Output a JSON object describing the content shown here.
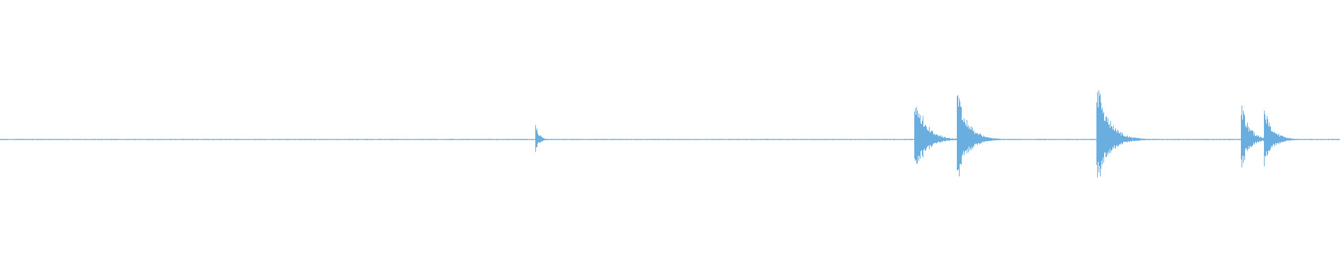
{
  "waveform": {
    "color": "#6aaee0",
    "duration_s": 100,
    "baseline_noise": 0.01,
    "peak_amplitude": 1.0,
    "events": [
      {
        "name": "tick",
        "t": 0.3,
        "amp": 0.015,
        "decay": 1.5
      },
      {
        "name": "tick",
        "t": 5.4,
        "amp": 0.02,
        "decay": 0.4
      },
      {
        "name": "burst",
        "t": 39.9,
        "amp": 0.28,
        "decay": 0.8
      },
      {
        "name": "transient",
        "t": 68.2,
        "amp": 0.82,
        "decay": 2.2
      },
      {
        "name": "transient",
        "t": 71.4,
        "amp": 0.85,
        "decay": 2.2
      },
      {
        "name": "transient",
        "t": 81.8,
        "amp": 1.0,
        "decay": 2.4
      },
      {
        "name": "transient",
        "t": 92.6,
        "amp": 0.65,
        "decay": 1.6
      },
      {
        "name": "transient",
        "t": 94.3,
        "amp": 0.52,
        "decay": 1.8
      },
      {
        "name": "tick",
        "t": 99.95,
        "amp": 0.02,
        "decay": 0.1
      }
    ]
  }
}
